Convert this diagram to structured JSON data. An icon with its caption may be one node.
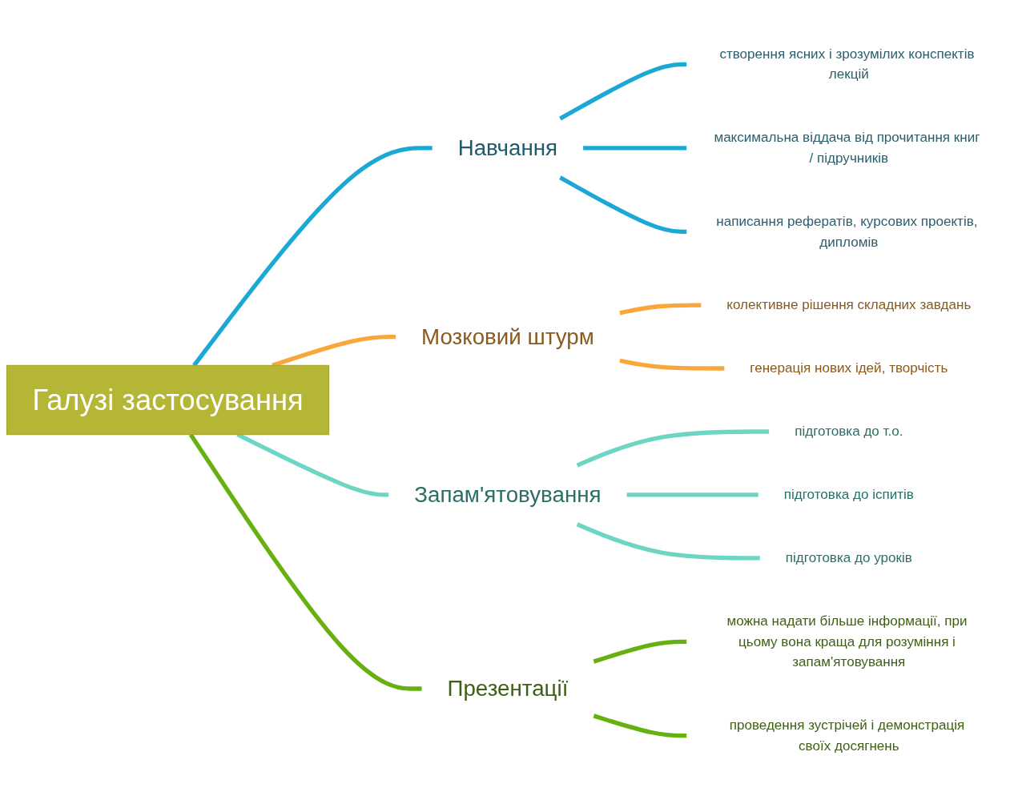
{
  "diagram": {
    "nodes": [
      {
        "text": [
          "Галузі застосування"
        ]
      },
      {
        "text": [
          "Навчання"
        ]
      },
      {
        "text": [
          "створення ясних і зрозумілих конспектів лекцій"
        ]
      },
      {
        "text": [
          "максимальна віддача від прочитання книг / підручників"
        ]
      },
      {
        "text": [
          "написання рефератів, курсових проектів, дипломів"
        ]
      },
      {
        "text": [
          "Мозковий штурм"
        ]
      },
      {
        "text": [
          "колективне рішення складних завдань"
        ]
      },
      {
        "text": [
          "генерація нових ідей, творчість"
        ]
      },
      {
        "text": [
          "Запам'ятовування"
        ]
      },
      {
        "text": [
          "підготовка до т.о."
        ]
      },
      {
        "text": [
          "підготовка до іспитів"
        ]
      },
      {
        "text": [
          "підготовка до уроків"
        ]
      },
      {
        "text": [
          "Презентації"
        ]
      },
      {
        "text": [
          "можна надати більше інформації, при цьому вона краща для розуміння і запам'ятовування"
        ]
      },
      {
        "text": [
          "проведення зустрічей і демонстрація своїх досягнень"
        ]
      }
    ],
    "edges": [
      {
        "from": 0,
        "to": 1,
        "arrow": "none",
        "color": "#1ba8d4"
      },
      {
        "from": 1,
        "to": 2,
        "arrow": "none",
        "color": "#1ba8d4"
      },
      {
        "from": 1,
        "to": 3,
        "arrow": "none",
        "color": "#1ba8d4"
      },
      {
        "from": 1,
        "to": 4,
        "arrow": "none",
        "color": "#1ba8d4"
      },
      {
        "from": 0,
        "to": 5,
        "arrow": "none",
        "color": "#f9a73a"
      },
      {
        "from": 5,
        "to": 6,
        "arrow": "none",
        "color": "#f9a73a"
      },
      {
        "from": 5,
        "to": 7,
        "arrow": "none",
        "color": "#f9a73a"
      },
      {
        "from": 0,
        "to": 8,
        "arrow": "none",
        "color": "#6dd5c3"
      },
      {
        "from": 8,
        "to": 9,
        "arrow": "none",
        "color": "#6dd5c3"
      },
      {
        "from": 8,
        "to": 10,
        "arrow": "none",
        "color": "#6dd5c3"
      },
      {
        "from": 8,
        "to": 11,
        "arrow": "none",
        "color": "#6dd5c3"
      },
      {
        "from": 0,
        "to": 12,
        "arrow": "none",
        "color": "#66b010"
      },
      {
        "from": 12,
        "to": 13,
        "arrow": "none",
        "color": "#66b010"
      },
      {
        "from": 12,
        "to": 14,
        "arrow": "none",
        "color": "#66b010"
      }
    ]
  }
}
